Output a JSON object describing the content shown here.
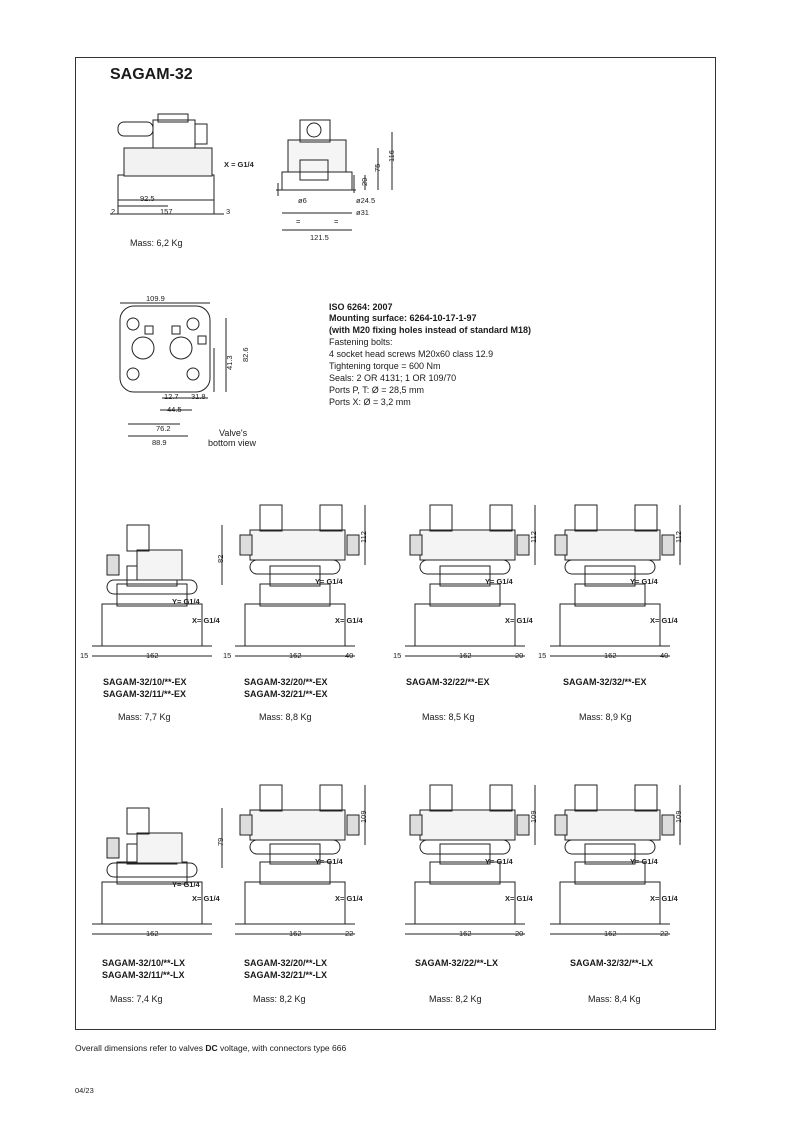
{
  "title": "SAGAM-32",
  "top": {
    "front_dims": {
      "d1": "92.5",
      "d2": "157",
      "d3": "2",
      "d4": "3",
      "port": "X = G1/4"
    },
    "side_dims": {
      "h1": "116",
      "h2": "75",
      "h3": "29",
      "d1": "ø6",
      "d2": "ø24.5",
      "d3": "ø31",
      "w": "121.5",
      "eq1": "=",
      "eq2": "="
    },
    "mass": "Mass: 6,2 Kg"
  },
  "bottom_view": {
    "dims": {
      "w1": "109.9",
      "h1": "82.6",
      "h2": "41.3",
      "a": "12.7",
      "b": "31.8",
      "c": "44.5",
      "d": "76.2",
      "e": "88.9"
    },
    "caption_line1": "Valve's",
    "caption_line2": "bottom view"
  },
  "spec": {
    "line1": "ISO 6264: 2007",
    "line2": "Mounting surface: 6264-10-17-1-97",
    "line3": "(with M20 fixing holes instead of standard M18)",
    "line4": "Fastening bolts:",
    "line5": "4 socket head screws M20x60 class 12.9",
    "line6": "Tightening torque = 600 Nm",
    "line7": "Seals: 2 OR 4131; 1 OR 109/70",
    "line8": "Ports P, T: Ø = 28,5 mm",
    "line9": "Ports X: Ø = 3,2 mm"
  },
  "common": {
    "y_port": "Y= G1/4",
    "x_port": "X= G1/4",
    "w162": "162",
    "w15": "15"
  },
  "row1": [
    {
      "l1": "SAGAM-32/10/**-EX",
      "l2": "SAGAM-32/11/**-EX",
      "mass": "Mass: 7,7 Kg",
      "h": "82",
      "r": ""
    },
    {
      "l1": "SAGAM-32/20/**-EX",
      "l2": "SAGAM-32/21/**-EX",
      "mass": "Mass: 8,8 Kg",
      "h": "112",
      "r": "40"
    },
    {
      "l1": "SAGAM-32/22/**-EX",
      "l2": "",
      "mass": "Mass: 8,5 Kg",
      "h": "112",
      "r": "20"
    },
    {
      "l1": "SAGAM-32/32/**-EX",
      "l2": "",
      "mass": "Mass: 8,9 Kg",
      "h": "112",
      "r": "40"
    }
  ],
  "row2": [
    {
      "l1": "SAGAM-32/10/**-LX",
      "l2": "SAGAM-32/11/**-LX",
      "mass": "Mass: 7,4 Kg",
      "h": "79",
      "r": ""
    },
    {
      "l1": "SAGAM-32/20/**-LX",
      "l2": "SAGAM-32/21/**-LX",
      "mass": "Mass: 8,2 Kg",
      "h": "109",
      "r": "22"
    },
    {
      "l1": "SAGAM-32/22/**-LX",
      "l2": "",
      "mass": "Mass: 8,2 Kg",
      "h": "109",
      "r": "20"
    },
    {
      "l1": "SAGAM-32/32/**-LX",
      "l2": "",
      "mass": "Mass: 8,4 Kg",
      "h": "109",
      "r": "22"
    }
  ],
  "footer_pre": "Overall dimensions refer to valves ",
  "footer_bold": "DC",
  "footer_post": " voltage, with connectors type 666",
  "page_no": "04/23"
}
